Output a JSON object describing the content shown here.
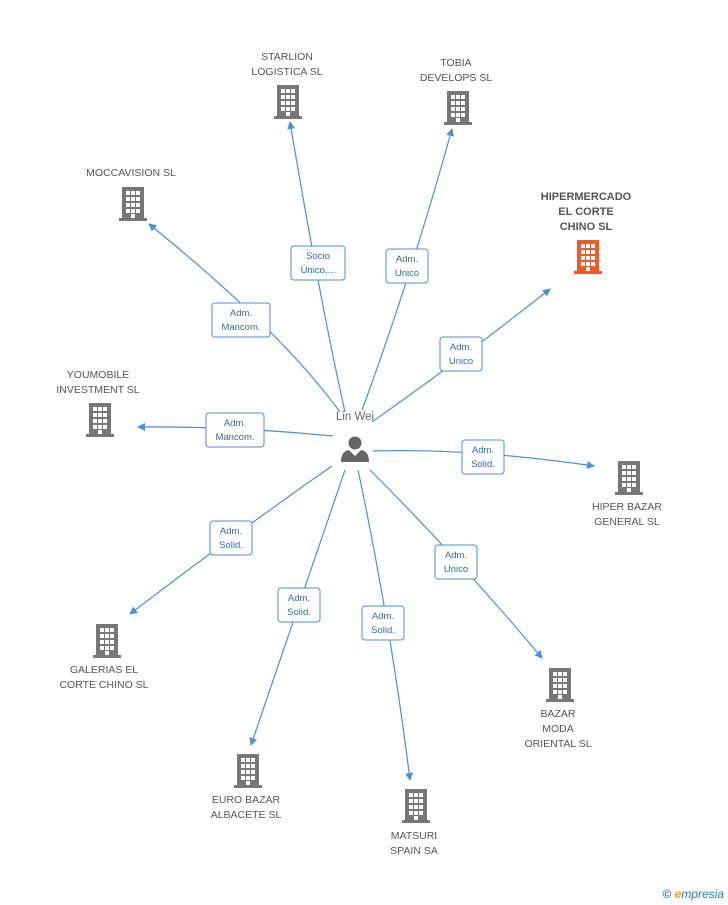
{
  "person": {
    "name": "Lin Wei"
  },
  "colors": {
    "edge": "#4a90d9",
    "building": "#777777",
    "highlight": "#f05a28"
  },
  "companies": [
    {
      "id": "starlion",
      "lines": [
        "STARLION",
        "LOGISTICA  SL"
      ],
      "role": [
        "Socio",
        "Único,..."
      ],
      "highlight": false
    },
    {
      "id": "tobia",
      "lines": [
        "TOBIA",
        "DEVELOPS SL"
      ],
      "role": [
        "Adm.",
        "Unico"
      ],
      "highlight": false
    },
    {
      "id": "moccavision",
      "lines": [
        "MOCCAVISION SL"
      ],
      "role": [
        "Adm.",
        "Mancom."
      ],
      "highlight": false
    },
    {
      "id": "hipermercado",
      "lines": [
        "HIPERMERCADO",
        "EL CORTE",
        "CHINO SL"
      ],
      "role": [
        "Adm.",
        "Unico"
      ],
      "highlight": true
    },
    {
      "id": "youmobile",
      "lines": [
        "YOUMOBILE",
        "INVESTMENT SL"
      ],
      "role": [
        "Adm.",
        "Mancom."
      ],
      "highlight": false
    },
    {
      "id": "hiperbazar",
      "lines": [
        "HIPER BAZAR",
        "GENERAL SL"
      ],
      "role": [
        "Adm.",
        "Solid."
      ],
      "highlight": false
    },
    {
      "id": "galerias",
      "lines": [
        "GALERIAS EL",
        "CORTE CHINO SL"
      ],
      "role": [
        "Adm.",
        "Solid."
      ],
      "highlight": false
    },
    {
      "id": "bazarmoda",
      "lines": [
        "BAZAR",
        "MODA",
        "ORIENTAL SL"
      ],
      "role": [
        "Adm.",
        "Unico"
      ],
      "highlight": false
    },
    {
      "id": "eurobazar",
      "lines": [
        "EURO BAZAR",
        "ALBACETE SL"
      ],
      "role": [
        "Adm.",
        "Solid."
      ],
      "highlight": false
    },
    {
      "id": "matsuri",
      "lines": [
        "MATSURI",
        "SPAIN SA"
      ],
      "role": [
        "Adm.",
        "Solid."
      ],
      "highlight": false
    }
  ],
  "brand": {
    "copyright": "©",
    "initial": "e",
    "rest": "mpresia"
  }
}
